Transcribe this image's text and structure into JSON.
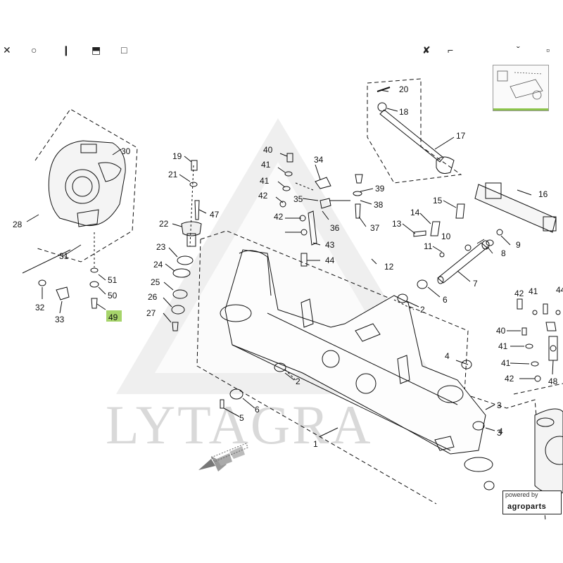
{
  "watermark": "LYTAGRA",
  "badge": {
    "small": "powered by",
    "big": "agroparts"
  },
  "highlight_color": "#a6d46a",
  "callouts": [
    {
      "n": "1"
    },
    {
      "n": "2"
    },
    {
      "n": "2"
    },
    {
      "n": "3"
    },
    {
      "n": "3"
    },
    {
      "n": "4"
    },
    {
      "n": "4"
    },
    {
      "n": "5"
    },
    {
      "n": "6"
    },
    {
      "n": "6"
    },
    {
      "n": "7"
    },
    {
      "n": "8"
    },
    {
      "n": "9"
    },
    {
      "n": "10"
    },
    {
      "n": "11"
    },
    {
      "n": "12"
    },
    {
      "n": "13"
    },
    {
      "n": "14"
    },
    {
      "n": "15"
    },
    {
      "n": "16"
    },
    {
      "n": "17"
    },
    {
      "n": "18"
    },
    {
      "n": "19"
    },
    {
      "n": "20"
    },
    {
      "n": "21"
    },
    {
      "n": "22"
    },
    {
      "n": "23"
    },
    {
      "n": "24"
    },
    {
      "n": "25"
    },
    {
      "n": "26"
    },
    {
      "n": "27"
    },
    {
      "n": "28"
    },
    {
      "n": "30"
    },
    {
      "n": "31"
    },
    {
      "n": "32"
    },
    {
      "n": "33"
    },
    {
      "n": "34"
    },
    {
      "n": "35"
    },
    {
      "n": "36"
    },
    {
      "n": "37"
    },
    {
      "n": "38"
    },
    {
      "n": "39"
    },
    {
      "n": "40"
    },
    {
      "n": "41"
    },
    {
      "n": "41"
    },
    {
      "n": "42"
    },
    {
      "n": "42"
    },
    {
      "n": "43"
    },
    {
      "n": "44"
    },
    {
      "n": "47"
    },
    {
      "n": "49",
      "highlight": true
    },
    {
      "n": "50"
    },
    {
      "n": "51"
    },
    {
      "n": "42"
    },
    {
      "n": "41"
    },
    {
      "n": "44"
    },
    {
      "n": "40"
    },
    {
      "n": "41"
    },
    {
      "n": "41"
    },
    {
      "n": "42"
    },
    {
      "n": "48"
    }
  ]
}
